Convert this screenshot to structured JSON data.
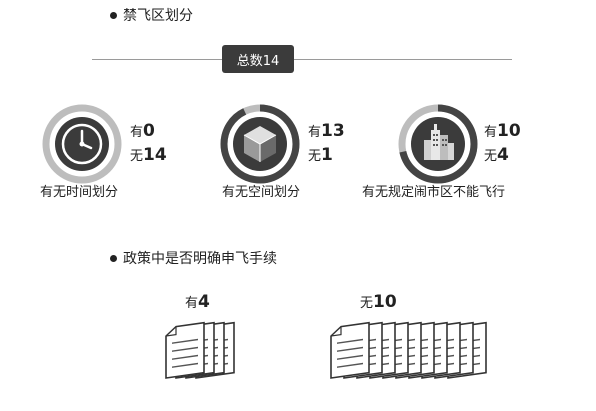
{
  "section1": {
    "title": "禁飞区划分",
    "total_label": "总数14",
    "items": [
      {
        "caption": "有无时间划分",
        "yes_label": "有",
        "yes": 0,
        "no_label": "无",
        "no": 14,
        "icon": "clock-icon"
      },
      {
        "caption": "有无空间划分",
        "yes_label": "有",
        "yes": 13,
        "no_label": "无",
        "no": 1,
        "icon": "cube-icon"
      },
      {
        "caption": "有无规定闹市区不能飞行",
        "yes_label": "有",
        "yes": 10,
        "no_label": "无",
        "no": 4,
        "icon": "city-icon"
      }
    ]
  },
  "section2": {
    "title": "政策中是否明确申飞手续",
    "groups": [
      {
        "prefix": "有",
        "count": 4
      },
      {
        "prefix": "无",
        "count": 10
      }
    ]
  },
  "colors": {
    "dark": "#3b3b3b",
    "ring_yes": "#444444",
    "ring_no": "#bdbdbd"
  },
  "chart_data": {
    "type": "pie",
    "title": "禁飞区划分",
    "total": 14,
    "series": [
      {
        "name": "有无时间划分",
        "categories": [
          "有",
          "无"
        ],
        "values": [
          0,
          14
        ]
      },
      {
        "name": "有无空间划分",
        "categories": [
          "有",
          "无"
        ],
        "values": [
          13,
          1
        ]
      },
      {
        "name": "有无规定闹市区不能飞行",
        "categories": [
          "有",
          "无"
        ],
        "values": [
          10,
          4
        ]
      },
      {
        "name": "政策中是否明确申飞手续",
        "categories": [
          "有",
          "无"
        ],
        "values": [
          4,
          10
        ]
      }
    ]
  }
}
